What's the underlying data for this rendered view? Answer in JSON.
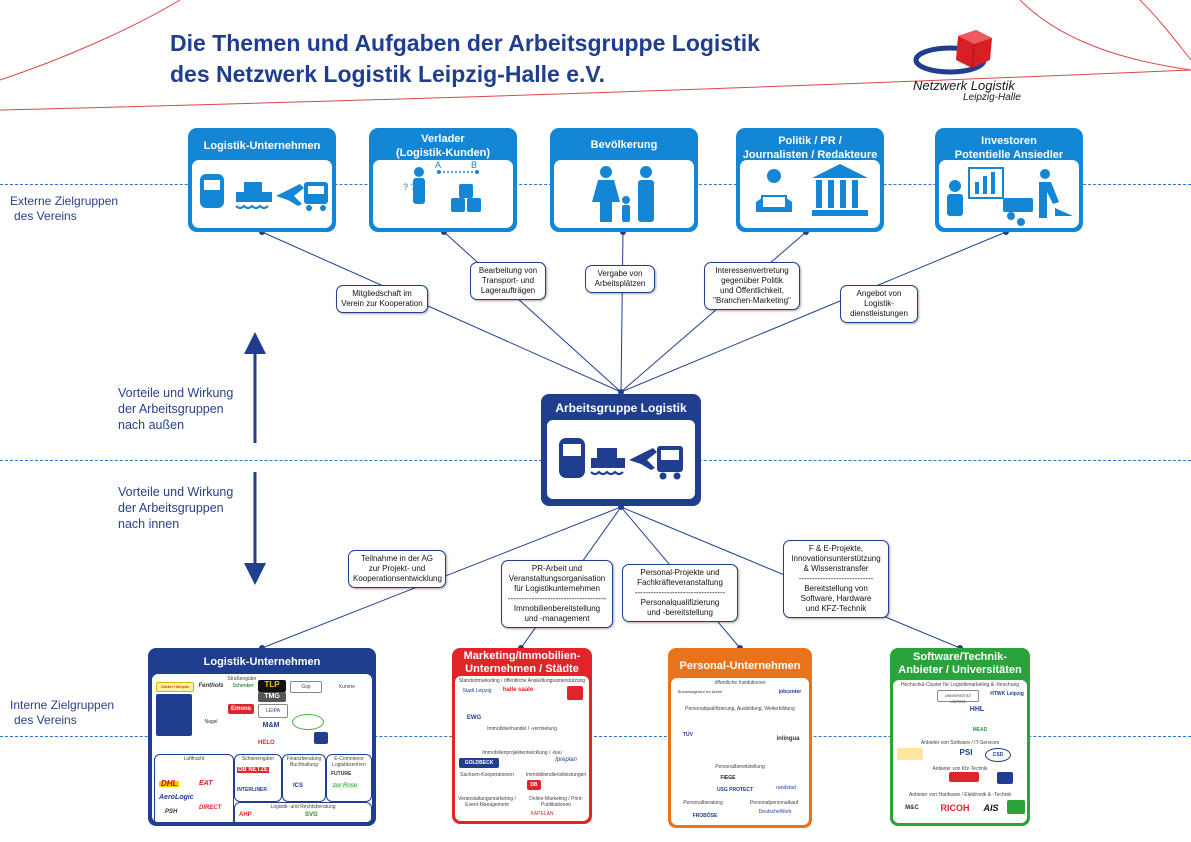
{
  "title": {
    "line1": "Die Themen und Aufgaben der Arbeitsgruppe Logistik",
    "line2": "des Netzwerk Logistik Leipzig-Halle e.V."
  },
  "logo": {
    "name": "Netzwerk Logistik",
    "sub": "Leipzig-Halle"
  },
  "side_labels": {
    "external": [
      "Externe Zielgruppen",
      "des Vereins"
    ],
    "internal": [
      "Interne Zielgruppen",
      "des Vereins"
    ],
    "outward": [
      "Vorteile und Wirkung",
      "der Arbeitsgruppen",
      "nach außen"
    ],
    "inward": [
      "Vorteile und Wirkung",
      "der Arbeitsgruppen",
      "nach innen"
    ]
  },
  "external_groups": [
    {
      "title": "Logistik-Unternehmen",
      "icons": [
        "train-icon",
        "ship-icon",
        "plane-icon",
        "truck-icon"
      ]
    },
    {
      "title": "Verlader\n(Logistik-Kunden)",
      "icons": [
        "person-icon",
        "boxes-icon",
        "route-icon"
      ],
      "route_from": "A",
      "route_to": "B",
      "qmarks": "? ?"
    },
    {
      "title": "Bevölkerung",
      "icons": [
        "family-icon"
      ]
    },
    {
      "title": "Politik / PR /\nJournalisten / Redakteure",
      "icons": [
        "reader-icon",
        "government-building-icon"
      ]
    },
    {
      "title": "Investoren\nPotentielle Ansiedler",
      "icons": [
        "investor-icon",
        "chart-icon",
        "coins-icon",
        "worker-icon"
      ]
    }
  ],
  "outer_bubbles": [
    "Mitgliedschaft im\nVerein zur Kooperation",
    "Bearbeitung von\nTransport- und\nLageraufträgen",
    "Vergabe von\nArbeitsplätzen",
    "Interessenvertretung\ngegenüber Politik\nund Öffentlichkeit,\n\"Branchen-Marketing\"",
    "Angebot von\nLogistik-\ndienstleistungen"
  ],
  "center": {
    "title": "Arbeitsgruppe Logistik"
  },
  "inner_bubbles": [
    "Teilnahme in der AG\nzur Projekt- und\nKooperationsentwicklung",
    "PR-Arbeit und\nVeranstaltungsorganisation\nfür Logistikunternehmen\n-------------------------------------\nImmobilienbereitstellung\nund -management",
    "Personal-Projekte und\nFachkräfteveranstaltung\n----------------------------------\nPersonalqualifizierung\nund -bereitstellung",
    "F & E-Projekte,\nInnovationsunterstützung\n& Wissenstransfer\n----------------------------\nBereitstellung von\nSoftware, Hardware\nund KFZ-Technik"
  ],
  "internal_groups": [
    {
      "title": "Logistik-Unternehmen",
      "color": "#1f3e8f",
      "sections": [
        "Straßengüter",
        "Kuriere",
        "Luftfracht",
        "Schienengüter",
        "Finanzberatung Buchhaltung",
        "E-Commerce Logistikzentren",
        "Logistik- und Rechtsberatung"
      ],
      "logos": [
        "Günter Hämpke",
        "Fenthols",
        "Schenker",
        "TLP",
        "Gsp",
        "Emons",
        "LEIPA",
        "TMG",
        "Nagel",
        "M&M",
        "DHL",
        "EAT",
        "HELO",
        "ICS",
        "DB NETZE",
        "AeroLogic",
        "FUTURE",
        "zur Rose",
        "PSH",
        "DIRECT",
        "INTERLINER",
        "SVG",
        "AHP"
      ]
    },
    {
      "title": "Marketing/Immobilien-\nUnternehmen / Städte",
      "color": "#e0242a",
      "sections": [
        "Standortmarketing / öffentliche Ansiedlungsunterstützung",
        "Immobilienhandel / -vermietung",
        "Immobilienprojektentwicklung / -bau",
        "Sachsen-Kooperationen",
        "Immobiliendienstleistungen",
        "Veranstaltungsmarketing / Event-Management",
        "Online-Marketing / Print-Publikationen"
      ],
      "logos": [
        "Stadt Leipzig",
        "halle saale",
        "EWG",
        "GOLDBECK",
        "DB",
        "Ipreplan",
        "KAPELAN"
      ]
    },
    {
      "title": "Personal-Unternehmen",
      "color": "#e8731a",
      "sections": [
        "öffentliche Institutionen",
        "Personalqualifizierung, Ausbildung, Weiterbildung",
        "Personalbereitstellung",
        "Personalberatung",
        "Personalpersonalkauf"
      ],
      "logos": [
        "Bundesagentur für Arbeit",
        "jobcenter",
        "TÜV",
        "inlingua",
        "FIEGE",
        "randstad",
        "USG PROTECT",
        "FROBÖSE",
        "DeutscheWork"
      ]
    },
    {
      "title": "Software/Technik-\nAnbieter / Universitäten",
      "color": "#2aa43a",
      "sections": [
        "Hochschul-Cluster für Logistikmarketing & -forschung",
        "Anbieter von Software / IT-Services",
        "Anbieter von Kfz-Technik",
        "Anbieter von Hardware / Elektronik & -Technik"
      ],
      "logos": [
        "UNIVERSITÄT LEIPZIG",
        "HTWK Leipzig",
        "HHL",
        "MEAD",
        "PSI",
        "CSD",
        "M&C",
        "RICOH",
        "AIS"
      ]
    }
  ],
  "colors": {
    "title_blue": "#1f3e8f",
    "external_box": "#1486d6",
    "dashed_line": "#2e76c7",
    "arrow": "#1f3e8f"
  }
}
